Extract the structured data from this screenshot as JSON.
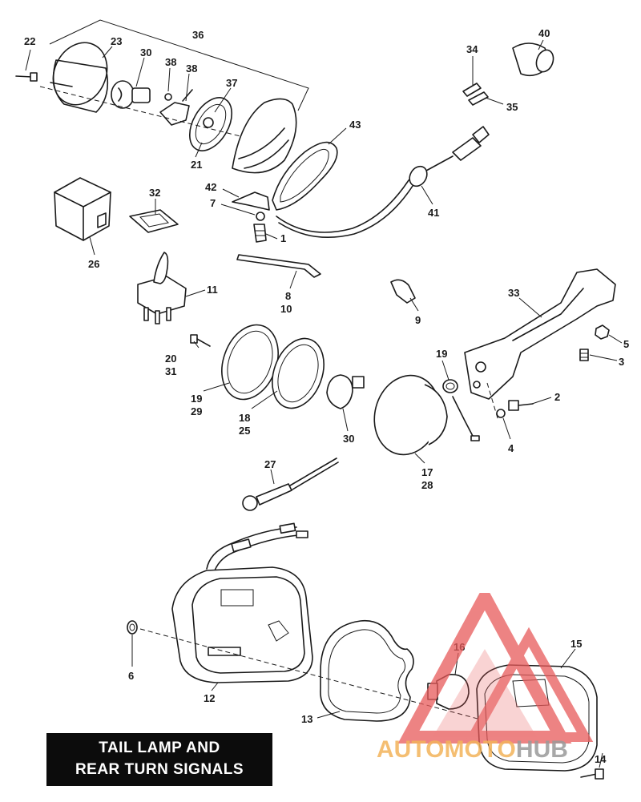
{
  "title": {
    "line1": "TAIL LAMP AND",
    "line2": "REAR TURN SIGNALS"
  },
  "watermark": {
    "text_part1": "AUTOMOTO",
    "text_part2": "HUB",
    "color_red": "#e85a5a",
    "color_orange": "#f3b35a",
    "color_gray": "#9a9a9a"
  },
  "callouts": [
    {
      "id": "c22",
      "text": "22"
    },
    {
      "id": "c23",
      "text": "23"
    },
    {
      "id": "c36",
      "text": "36"
    },
    {
      "id": "c30a",
      "text": "30"
    },
    {
      "id": "c38a",
      "text": "38"
    },
    {
      "id": "c38b",
      "text": "38"
    },
    {
      "id": "c37",
      "text": "37"
    },
    {
      "id": "c21",
      "text": "21"
    },
    {
      "id": "c43",
      "text": "43"
    },
    {
      "id": "c42",
      "text": "42"
    },
    {
      "id": "c7",
      "text": "7"
    },
    {
      "id": "c1",
      "text": "1"
    },
    {
      "id": "c41",
      "text": "41"
    },
    {
      "id": "c34",
      "text": "34"
    },
    {
      "id": "c35",
      "text": "35"
    },
    {
      "id": "c40",
      "text": "40"
    },
    {
      "id": "c32",
      "text": "32"
    },
    {
      "id": "c26",
      "text": "26"
    },
    {
      "id": "c11",
      "text": "11"
    },
    {
      "id": "c8",
      "text": "8"
    },
    {
      "id": "c10",
      "text": "10"
    },
    {
      "id": "c9",
      "text": "9"
    },
    {
      "id": "c33",
      "text": "33"
    },
    {
      "id": "c5",
      "text": "5"
    },
    {
      "id": "c3",
      "text": "3"
    },
    {
      "id": "c2",
      "text": "2"
    },
    {
      "id": "c4",
      "text": "4"
    },
    {
      "id": "c20",
      "text": "20"
    },
    {
      "id": "c31",
      "text": "31"
    },
    {
      "id": "c19a",
      "text": "19"
    },
    {
      "id": "c29",
      "text": "29"
    },
    {
      "id": "c18",
      "text": "18"
    },
    {
      "id": "c25",
      "text": "25"
    },
    {
      "id": "c30b",
      "text": "30"
    },
    {
      "id": "c19b",
      "text": "19"
    },
    {
      "id": "c17",
      "text": "17"
    },
    {
      "id": "c28",
      "text": "28"
    },
    {
      "id": "c27",
      "text": "27"
    },
    {
      "id": "c6",
      "text": "6"
    },
    {
      "id": "c12",
      "text": "12"
    },
    {
      "id": "c13",
      "text": "13"
    },
    {
      "id": "c16",
      "text": "16"
    },
    {
      "id": "c15",
      "text": "15"
    },
    {
      "id": "c14",
      "text": "14"
    }
  ]
}
